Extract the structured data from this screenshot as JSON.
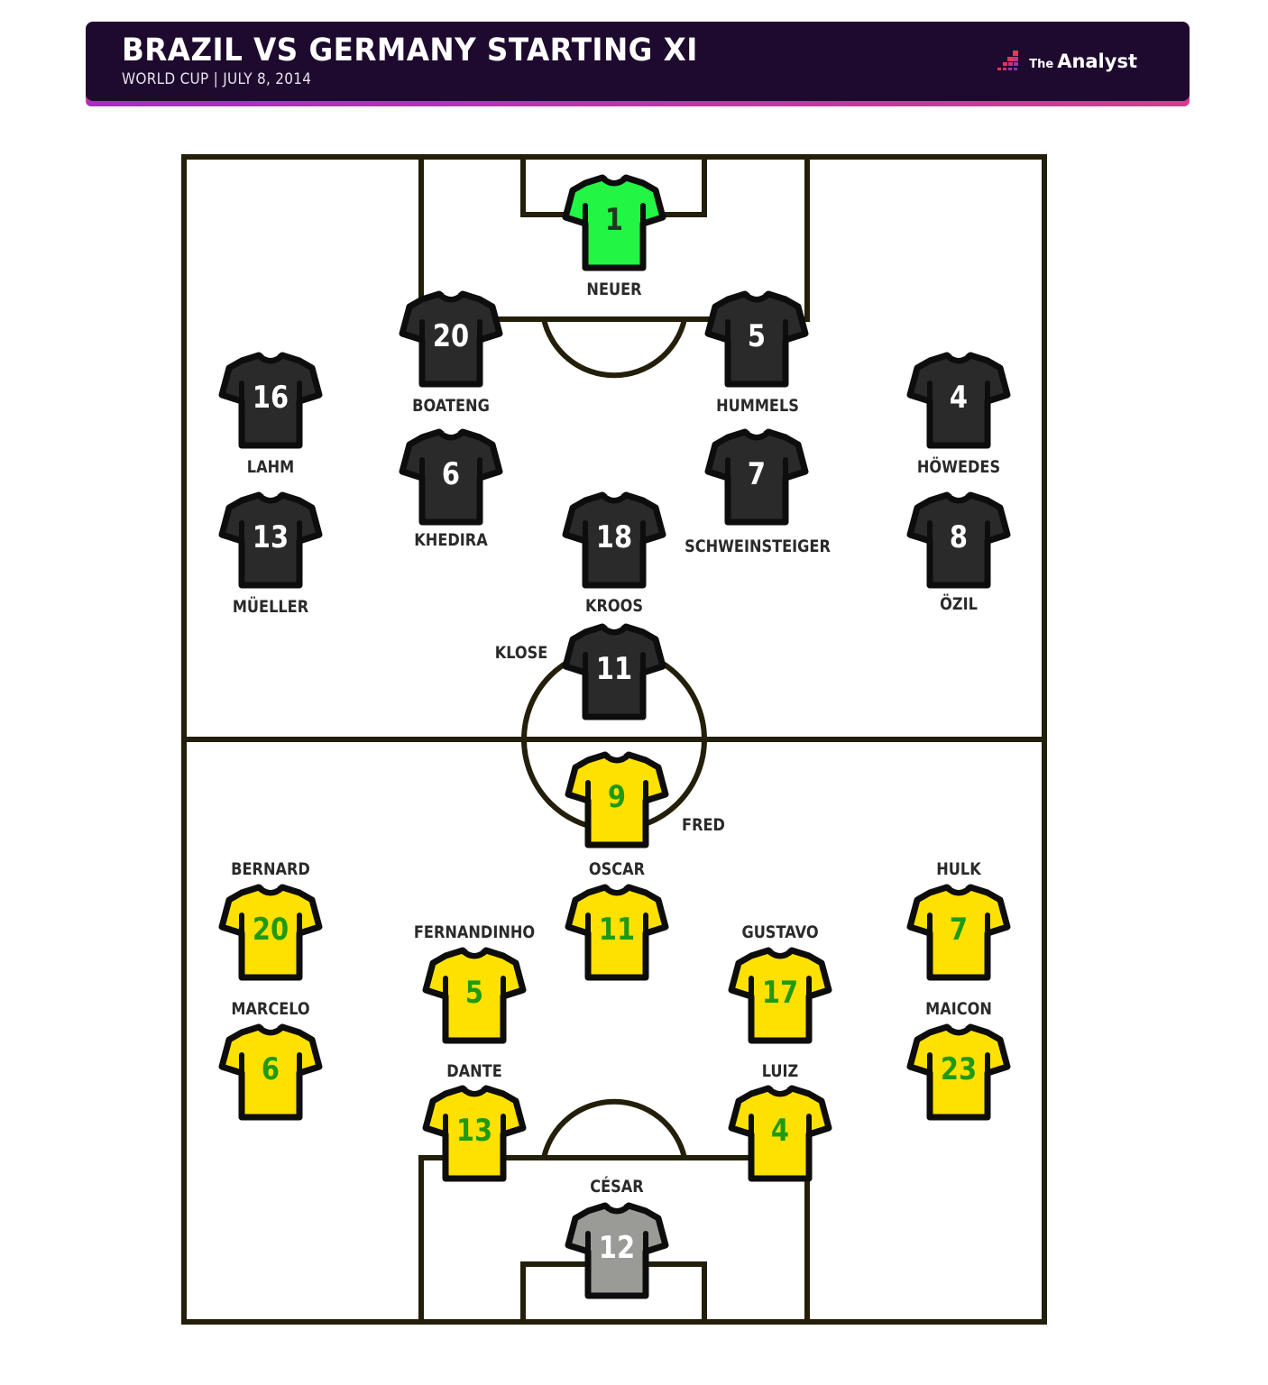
{
  "header": {
    "title": "BRAZIL VS GERMANY STARTING XI",
    "subtitle": "WORLD CUP | JULY 8, 2014",
    "logo_small": "The",
    "logo_big": "Analyst",
    "background": "#1e0a2e",
    "accent_gradient": [
      "#a62fc1",
      "#d93a8b"
    ]
  },
  "colors": {
    "pitch_line": "#231f0a",
    "germany_shirt": "#2a2a2a",
    "germany_gk_shirt": "#22f544",
    "brazil_shirt": "#ffe100",
    "brazil_number": "#1f9a12",
    "brazil_gk_shirt": "#9a9a97"
  },
  "teams": {
    "germany": {
      "players": [
        {
          "name": "NEUER",
          "number": "1",
          "role": "GK"
        },
        {
          "name": "BOATENG",
          "number": "20"
        },
        {
          "name": "HUMMELS",
          "number": "5"
        },
        {
          "name": "LAHM",
          "number": "16"
        },
        {
          "name": "HÖWEDES",
          "number": "4"
        },
        {
          "name": "KHEDIRA",
          "number": "6"
        },
        {
          "name": "SCHWEINSTEIGER",
          "number": "7"
        },
        {
          "name": "MÜELLER",
          "number": "13"
        },
        {
          "name": "KROOS",
          "number": "18"
        },
        {
          "name": "ÖZIL",
          "number": "8"
        },
        {
          "name": "KLOSE",
          "number": "11"
        }
      ]
    },
    "brazil": {
      "players": [
        {
          "name": "FRED",
          "number": "9"
        },
        {
          "name": "BERNARD",
          "number": "20"
        },
        {
          "name": "OSCAR",
          "number": "11"
        },
        {
          "name": "HULK",
          "number": "7"
        },
        {
          "name": "FERNANDINHO",
          "number": "5"
        },
        {
          "name": "GUSTAVO",
          "number": "17"
        },
        {
          "name": "MARCELO",
          "number": "6"
        },
        {
          "name": "MAICON",
          "number": "23"
        },
        {
          "name": "DANTE",
          "number": "13"
        },
        {
          "name": "LUIZ",
          "number": "4"
        },
        {
          "name": "CÉSAR",
          "number": "12",
          "role": "GK"
        }
      ]
    }
  }
}
